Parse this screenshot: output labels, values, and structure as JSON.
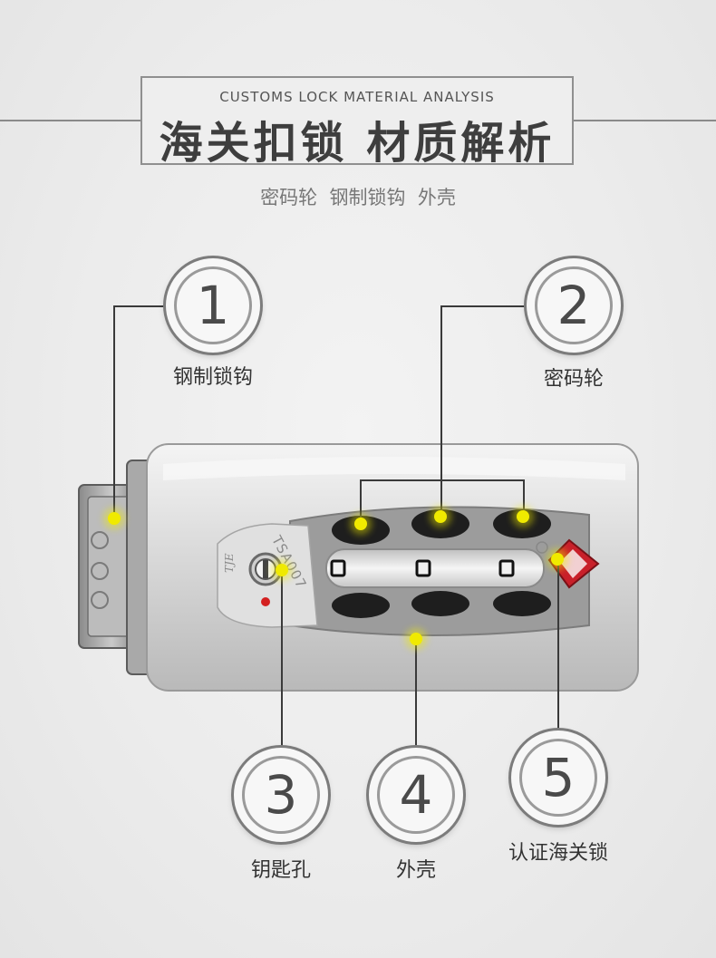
{
  "header": {
    "title_en": "CUSTOMS LOCK MATERIAL ANALYSIS",
    "title_cn": "海关扣锁 材质解析",
    "subtitle": "密码轮  钢制锁钩  外壳"
  },
  "callouts": [
    {
      "number": "1",
      "label": "钢制锁钩"
    },
    {
      "number": "2",
      "label": "密码轮"
    },
    {
      "number": "3",
      "label": "钥匙孔"
    },
    {
      "number": "4",
      "label": "外壳"
    },
    {
      "number": "5",
      "label": "认证海关锁"
    }
  ],
  "lock": {
    "tsa_text": "TSA007",
    "brand_text": "TJE"
  },
  "colors": {
    "highlight": "#f0ea00",
    "tsa_logo": "#c8202a",
    "lines": "#3a3a3a"
  }
}
